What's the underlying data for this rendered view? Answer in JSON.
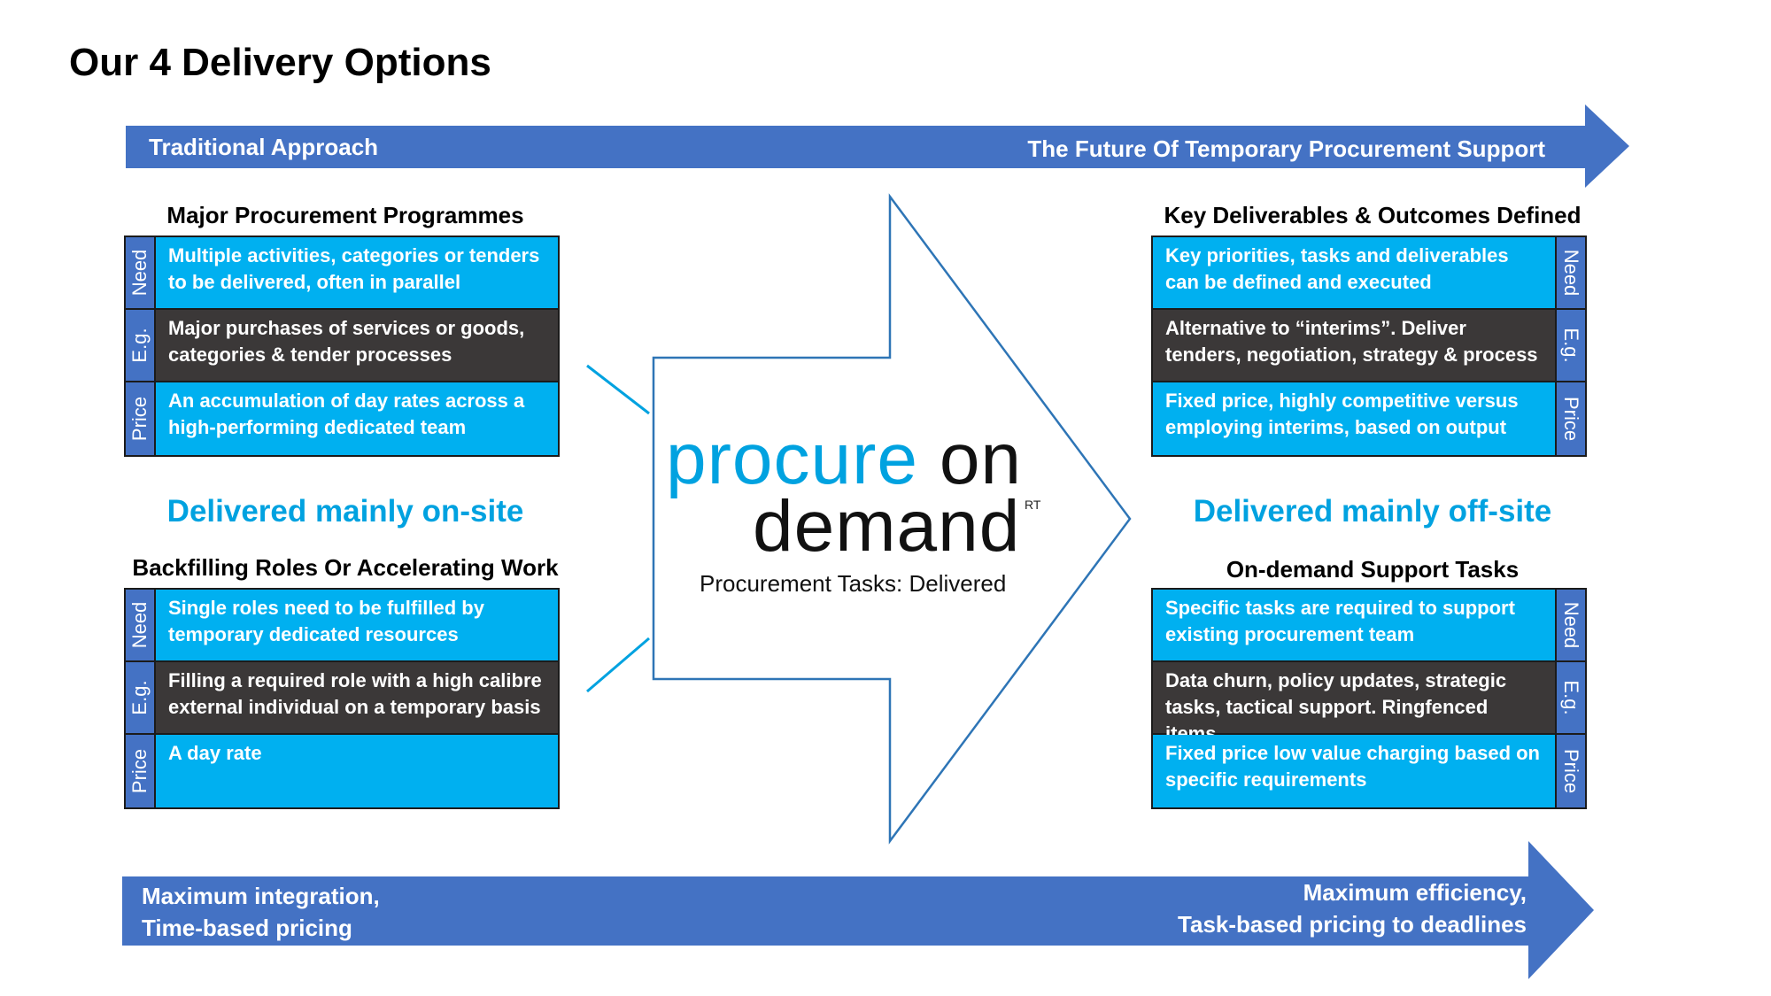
{
  "title": "Our 4 Delivery Options",
  "top_band": {
    "left": "Traditional Approach",
    "right": "The Future Of Temporary Procurement Support"
  },
  "bottom_band": {
    "left": [
      "Maximum integration,",
      "Time-based pricing"
    ],
    "right": [
      "Maximum efficiency,",
      "Task-based pricing to deadlines"
    ]
  },
  "left_column": {
    "delivered": "Delivered mainly on-site",
    "programmes": {
      "title": "Major Procurement Programmes",
      "rows": [
        {
          "label": "Need",
          "text": "Multiple activities, categories or tenders to be delivered, often in parallel"
        },
        {
          "label": "E.g.",
          "text": "Major purchases of services or goods, categories & tender processes"
        },
        {
          "label": "Price",
          "text": "An accumulation of day rates across a high-performing dedicated team"
        }
      ]
    },
    "backfilling": {
      "title": "Backfilling Roles Or Accelerating Work",
      "rows": [
        {
          "label": "Need",
          "text": "Single roles need to be fulfilled by temporary dedicated resources"
        },
        {
          "label": "E.g.",
          "text": "Filling a required role with a high calibre external individual on a temporary basis"
        },
        {
          "label": "Price",
          "text": "A day rate"
        }
      ]
    }
  },
  "right_column": {
    "delivered": "Delivered mainly off-site",
    "deliverables": {
      "title": "Key Deliverables & Outcomes Defined",
      "rows": [
        {
          "label": "Need",
          "text": "Key priorities, tasks and deliverables can be defined and executed"
        },
        {
          "label": "E.g.",
          "text": "Alternative to “interims”. Deliver tenders, negotiation, strategy & process"
        },
        {
          "label": "Price",
          "text": "Fixed price, highly competitive versus employing interims, based on output"
        }
      ]
    },
    "ondemand": {
      "title": "On-demand Support Tasks",
      "rows": [
        {
          "label": "Need",
          "text": "Specific tasks are required to support existing procurement team"
        },
        {
          "label": "E.g.",
          "text": "Data churn, policy updates, strategic tasks, tactical support. Ringfenced items"
        },
        {
          "label": "Price",
          "text": "Fixed price low value charging based on specific requirements"
        }
      ]
    }
  },
  "logo": {
    "word1": "procure",
    "word2": "on",
    "word3": "demand",
    "mark": "RT",
    "tagline": "Procurement Tasks: Delivered"
  },
  "colors": {
    "band": "#4472c4",
    "accent": "#00b0f0",
    "dark": "#3b3838",
    "outline": "#2e75b6"
  }
}
